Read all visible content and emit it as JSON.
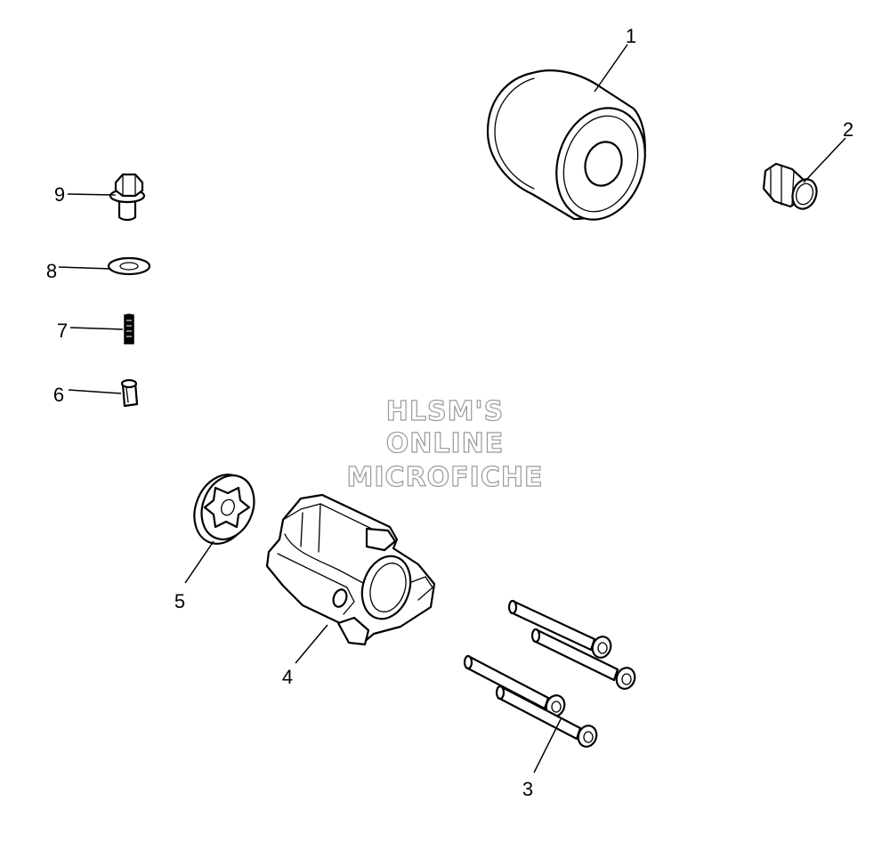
{
  "watermark": {
    "lines": [
      "HLSM'S",
      "ONLINE",
      "MICROFICHE"
    ]
  },
  "callouts": [
    {
      "id": "1",
      "label": "1"
    },
    {
      "id": "2",
      "label": "2"
    },
    {
      "id": "3",
      "label": "3"
    },
    {
      "id": "4",
      "label": "4"
    },
    {
      "id": "5",
      "label": "5"
    },
    {
      "id": "6",
      "label": "6"
    },
    {
      "id": "7",
      "label": "7"
    },
    {
      "id": "8",
      "label": "8"
    },
    {
      "id": "9",
      "label": "9"
    }
  ]
}
